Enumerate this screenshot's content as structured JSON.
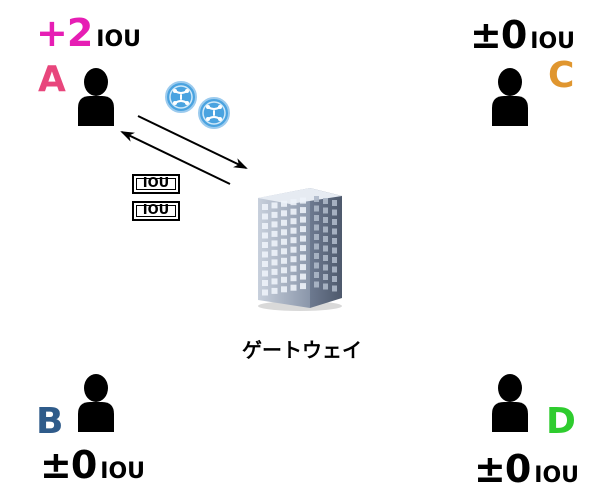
{
  "parties": {
    "a": {
      "letter": "A",
      "balance": "+2",
      "unit": "IOU",
      "letter_color": "#e8467c",
      "balance_color": "#e61eb4"
    },
    "b": {
      "letter": "B",
      "balance": "±0",
      "unit": "IOU",
      "letter_color": "#2f5b8a",
      "balance_color": "#000000"
    },
    "c": {
      "letter": "C",
      "balance": "±0",
      "unit": "IOU",
      "letter_color": "#e0962f",
      "balance_color": "#000000"
    },
    "d": {
      "letter": "D",
      "balance": "±0",
      "unit": "IOU",
      "letter_color": "#2ecc2e",
      "balance_color": "#000000"
    }
  },
  "gateway": {
    "label": "ゲートウェイ",
    "icon": "office-building-icon"
  },
  "transfer": {
    "coins": [
      "ripple-coin-icon",
      "ripple-coin-icon"
    ],
    "iou_tags": [
      "IOU",
      "IOU"
    ]
  },
  "colors": {
    "coin": "#4aa3e0",
    "building": "#8a96aa",
    "person": "#000000"
  }
}
